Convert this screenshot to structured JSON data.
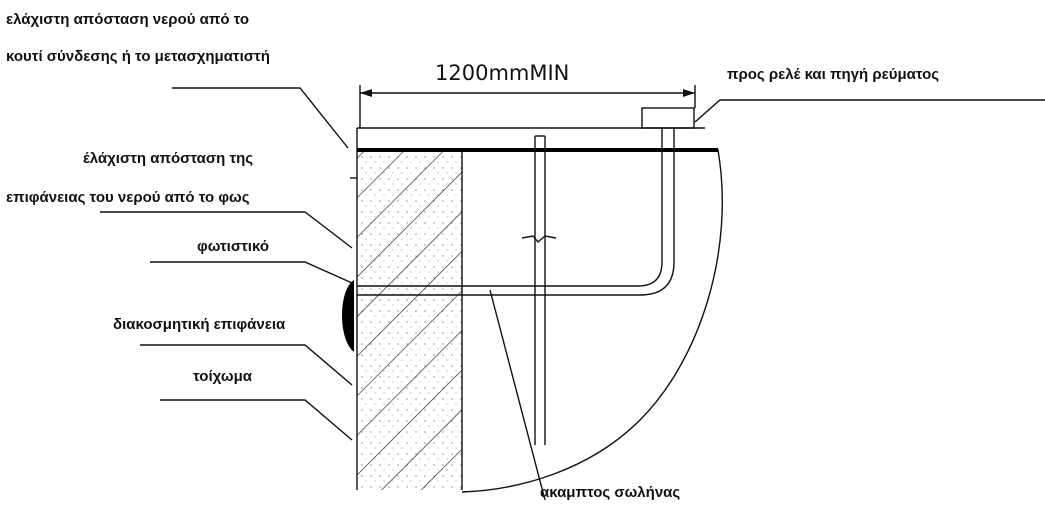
{
  "labels": {
    "min_distance_box_line1": "ελάχιστη απόσταση νερού από το",
    "min_distance_box_line2": "κουτί σύνδεσης ή το μετασχηματιστή",
    "dimension": "1200mmMIN",
    "relay_power": "προς ρελέ και πηγή ρεύματος",
    "min_distance_light_line1": "έλάχιστη απόσταση της",
    "min_distance_light_line2": "επιφάνειας του νερού από το φως",
    "luminaire": "φωτιστικό",
    "decorative_surface": "διακοσμητική επιφάνεια",
    "wall": "τοίχωμα",
    "rigid_pipe": "ακαμπτος σωλήνας"
  },
  "colors": {
    "ink": "#111111",
    "background": "#ffffff"
  }
}
